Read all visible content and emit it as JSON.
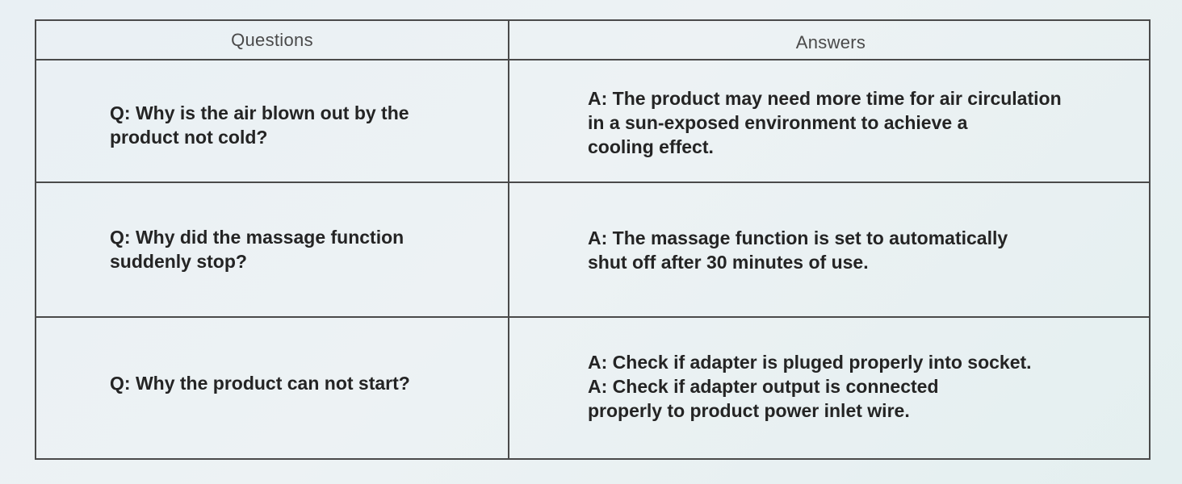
{
  "table": {
    "headers": {
      "questions": "Questions",
      "answers": "Answers"
    },
    "rows": [
      {
        "question": "Q: Why is the air blown out by the\nproduct not cold?",
        "answer": "A: The product may need more time for air circulation\nin a sun-exposed environment to achieve a\ncooling effect."
      },
      {
        "question": "Q: Why did the massage function\nsuddenly stop?",
        "answer": "A: The massage function is set to automatically\nshut off after 30 minutes of use."
      },
      {
        "question": "Q: Why the product can not start?",
        "answer": "A: Check if adapter is pluged properly into socket.\nA: Check if adapter output is connected\nproperly to product power inlet wire."
      }
    ]
  }
}
